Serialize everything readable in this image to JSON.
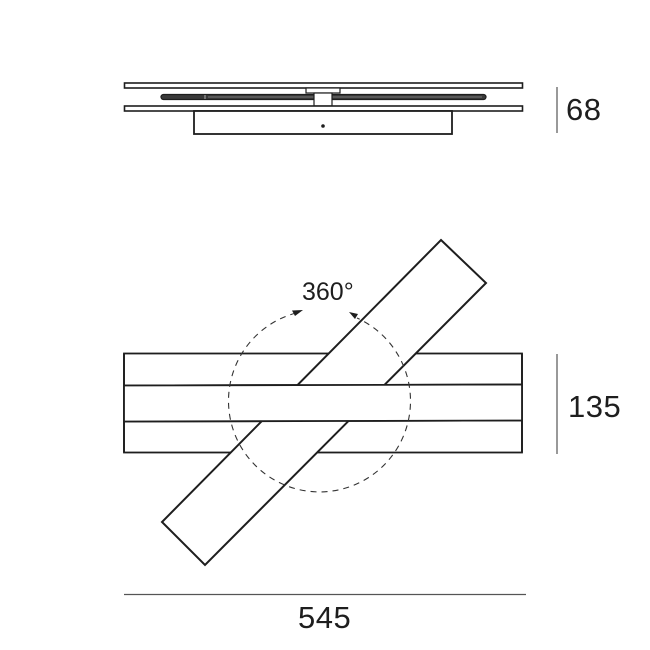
{
  "diagram": {
    "type": "technical-dimension-drawing",
    "subject": "rotating ceiling light fixture",
    "views": [
      {
        "name": "side-view",
        "description": "profile of fixture with two plates, central rounded bar and base box"
      },
      {
        "name": "top-view",
        "description": "horizontal base panel with diagonal rotating bar and 360-degree rotation indicator"
      }
    ]
  },
  "dimensions": {
    "height": {
      "value": "68",
      "unit": "mm"
    },
    "depth": {
      "value": "135",
      "unit": "mm"
    },
    "width": {
      "value": "545",
      "unit": "mm"
    }
  },
  "rotation": {
    "label": "360°"
  },
  "colors": {
    "line": "#1e1e1e",
    "dim_line": "#555555",
    "background": "#ffffff"
  }
}
